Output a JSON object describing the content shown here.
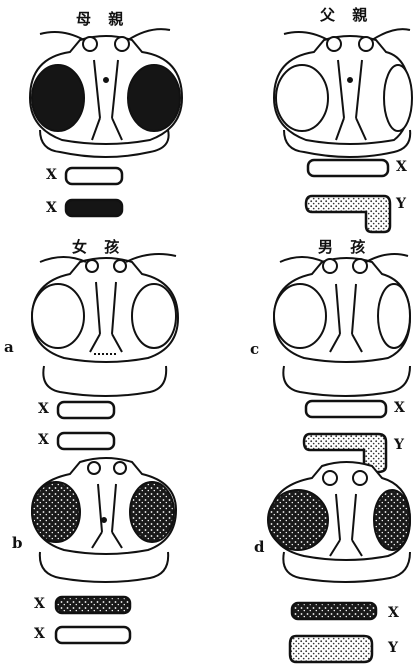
{
  "headers": {
    "mother": "母 親",
    "father": "父 親",
    "daughter": "女 孩",
    "son": "男 孩"
  },
  "panels": {
    "a": "a",
    "b": "b",
    "c": "c",
    "d": "d"
  },
  "chromosomes": {
    "mother": [
      "X",
      "X"
    ],
    "father": [
      "X",
      "Y"
    ],
    "daughter_a": [
      "X",
      "X"
    ],
    "son_c": [
      "X",
      "Y"
    ],
    "daughter_b": [
      "X",
      "X"
    ],
    "son_d": [
      "X",
      "Y"
    ]
  },
  "colors": {
    "ink": "#111111",
    "black_eye": "#151515",
    "stipple": "#cfcfcf",
    "paper": "#ffffff"
  }
}
